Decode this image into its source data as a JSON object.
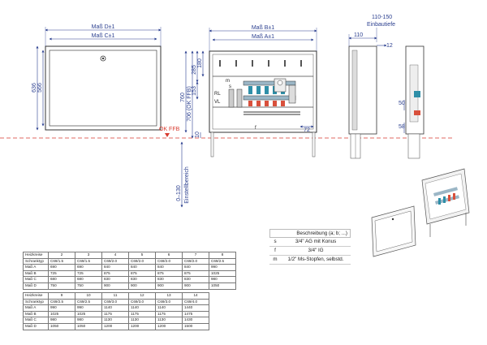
{
  "dimensions": {
    "front_width_d": "Maß D±1",
    "front_width_c": "Maß C±1",
    "height_636": "636",
    "height_566": "566",
    "ok_ffb": "OK FFB",
    "rear_width_b": "Maß B±1",
    "rear_width_a": "Maß A±1",
    "h760": "760",
    "h706": "706 (OK FFB)",
    "h285": "285",
    "h180": "180",
    "h153": "153",
    "h10": "10",
    "w72": "72",
    "setting_range": "0–130",
    "einstellbereich": "Einstellbereich",
    "depth_range": "110-150",
    "einbautiefe": "Einbautiefe",
    "w110": "110",
    "w12": "12",
    "h50": "50",
    "h58": "58"
  },
  "labels": {
    "m": "m",
    "f": "f",
    "s": "s",
    "rl": "RL",
    "vl": "VL"
  },
  "legend": {
    "title": "Beschreibung (a; b; ...)",
    "rows": [
      {
        "key": "s",
        "desc": "3/4\" AG mit Konus"
      },
      {
        "key": "f",
        "desc": "3/4\" IG"
      },
      {
        "key": "m",
        "desc": "1/2\" Ms-Stopfen, selbstd."
      }
    ]
  },
  "table1": {
    "header": [
      "Heizkreise",
      "2",
      "3",
      "4",
      "5",
      "6",
      "7",
      "8"
    ],
    "rows": [
      [
        "Schranktyp",
        "C69/1.5",
        "C69/1.5",
        "C69/2.0",
        "C69/2.0",
        "C69/2.0",
        "C69/2.0",
        "C69/2.5"
      ],
      [
        "Maß A",
        "690",
        "690",
        "840",
        "840",
        "840",
        "840",
        "990"
      ],
      [
        "Maß B",
        "725",
        "725",
        "875",
        "875",
        "875",
        "875",
        "1025"
      ],
      [
        "Maß C",
        "680",
        "680",
        "830",
        "830",
        "830",
        "830",
        "980"
      ],
      [
        "Maß D",
        "750",
        "750",
        "900",
        "900",
        "900",
        "900",
        "1050"
      ]
    ]
  },
  "table2": {
    "header": [
      "Heizkreise",
      "9",
      "10",
      "11",
      "12",
      "13",
      "14"
    ],
    "rows": [
      [
        "Schranktyp",
        "C69/2.5",
        "C69/2.5",
        "C69/3.0",
        "C69/3.0",
        "C69/3.0",
        "C69/4.0"
      ],
      [
        "Maß A",
        "990",
        "990",
        "1140",
        "1140",
        "1140",
        "1440"
      ],
      [
        "Maß B",
        "1025",
        "1025",
        "1175",
        "1175",
        "1175",
        "1475"
      ],
      [
        "Maß C",
        "980",
        "980",
        "1130",
        "1130",
        "1130",
        "1430"
      ],
      [
        "Maß D",
        "1050",
        "1050",
        "1200",
        "1200",
        "1200",
        "1500"
      ]
    ]
  }
}
